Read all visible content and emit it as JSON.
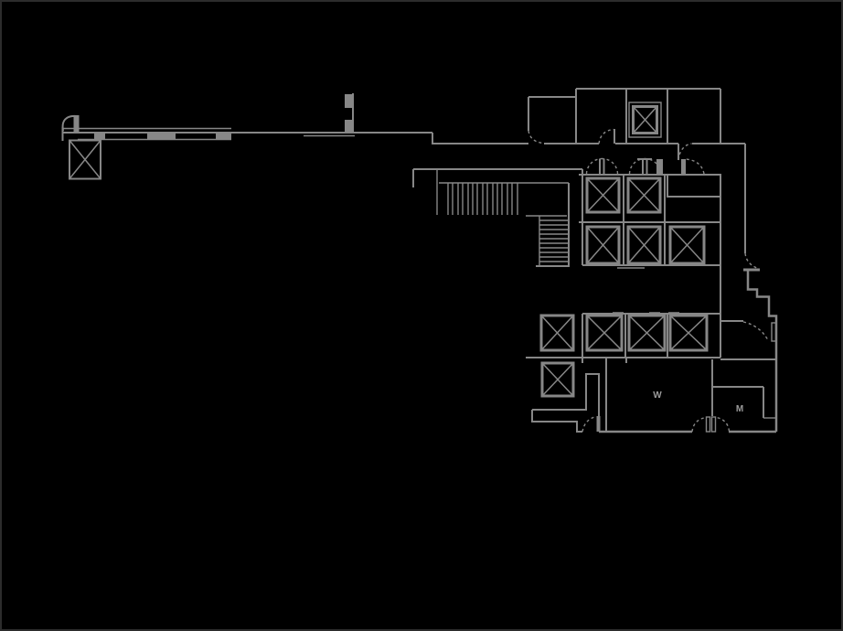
{
  "page": {
    "title": "Building floor plan (line drawing on black)"
  },
  "colors": {
    "background": "#000000",
    "frame": "#2c2c2c",
    "walls": "#878787",
    "labels": "#9b9b9b"
  },
  "floor_plan": {
    "kind": "architectural floor plan, gray line work on black background",
    "labels": {
      "women": "W",
      "men": "M"
    },
    "features": {
      "elevator_shafts": 12,
      "stair_runs": 2,
      "door_swings": 10,
      "restrooms": [
        "W",
        "M"
      ],
      "long_concourse_wall": true
    }
  }
}
